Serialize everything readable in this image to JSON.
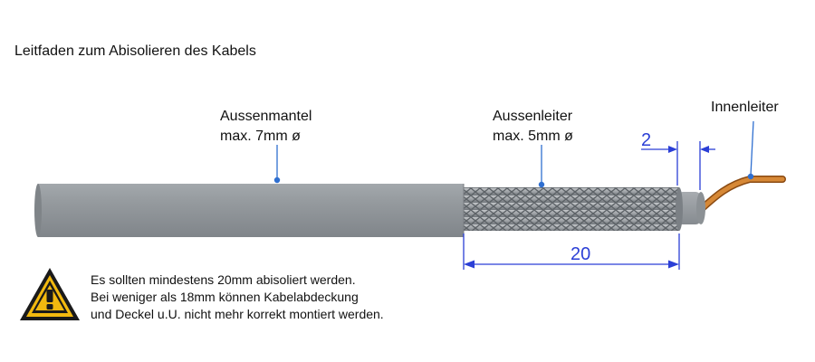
{
  "title": "Leitfaden zum Abisolieren des Kabels",
  "labels": {
    "aussenmantel": {
      "name": "Aussenmantel",
      "spec": "max. 7mm ø"
    },
    "aussenleiter": {
      "name": "Aussenleiter",
      "spec": "max. 5mm ø"
    },
    "innenleiter": {
      "name": "Innenleiter"
    }
  },
  "dimensions": {
    "dielectric_gap": "2",
    "strip_length": "20"
  },
  "warning": {
    "line1": "Es sollten mindestens 20mm abisoliert werden.",
    "line2": "Bei weniger als 18mm können Kabelabdeckung",
    "line3": "und Deckel u.U. nicht mehr korrekt montiert werden."
  },
  "colors": {
    "jacket": "#8f9498",
    "dimension": "#2b3fd6",
    "pointer": "#2f6fd0",
    "copper": "#c9762a",
    "warning_yellow": "#f2b90f"
  }
}
